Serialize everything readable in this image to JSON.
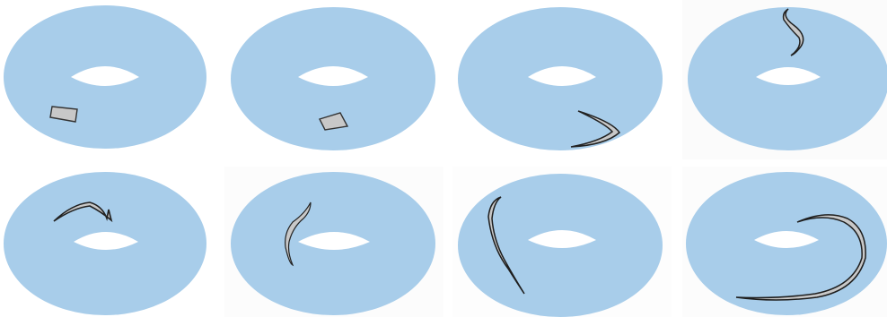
{
  "figure": {
    "colors": {
      "torus_fill": "#a8cdea",
      "hole_fill": "#ffffff",
      "sheet_fill": "#c8c8c8",
      "sheet_stroke": "#333333",
      "curve_stroke": "#2b2b2b"
    },
    "panels": [
      {
        "id": "stage-1",
        "shape": "small-sheet"
      },
      {
        "id": "stage-2",
        "shape": "small-sheet"
      },
      {
        "id": "stage-3",
        "shape": "curved-strip"
      },
      {
        "id": "stage-4",
        "shape": "s-shaped-strip"
      },
      {
        "id": "stage-5",
        "shape": "arched-strip"
      },
      {
        "id": "stage-6",
        "shape": "thin-curve"
      },
      {
        "id": "stage-7",
        "shape": "long-arc"
      },
      {
        "id": "stage-8",
        "shape": "spiral-arc"
      }
    ]
  }
}
